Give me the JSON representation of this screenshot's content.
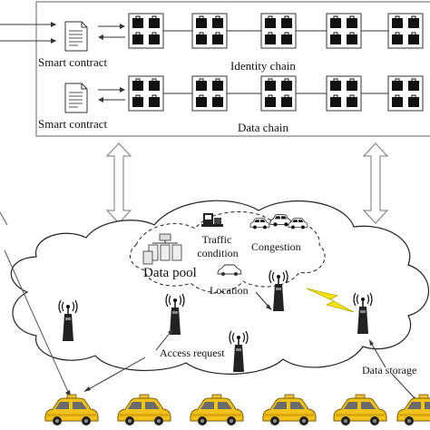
{
  "blockchain": {
    "smart_contract_top": "Smart contract",
    "identity_chain": "Identity chain",
    "smart_contract_bottom": "Smart contract",
    "data_chain": "Data chain"
  },
  "cloud": {
    "data_pool": "Data pool",
    "traffic_condition_line1": "Traffic",
    "traffic_condition_line2": "condition",
    "congestion": "Congestion",
    "location": "Location"
  },
  "edge": {
    "access_request": "Access request",
    "data_storage": "Data storage"
  },
  "colors": {
    "block_fill": "#111111",
    "taxi_yellow": "#f2c21b",
    "taxi_dark": "#b98a0a",
    "lightning": "#f5e400",
    "line": "#555555"
  }
}
